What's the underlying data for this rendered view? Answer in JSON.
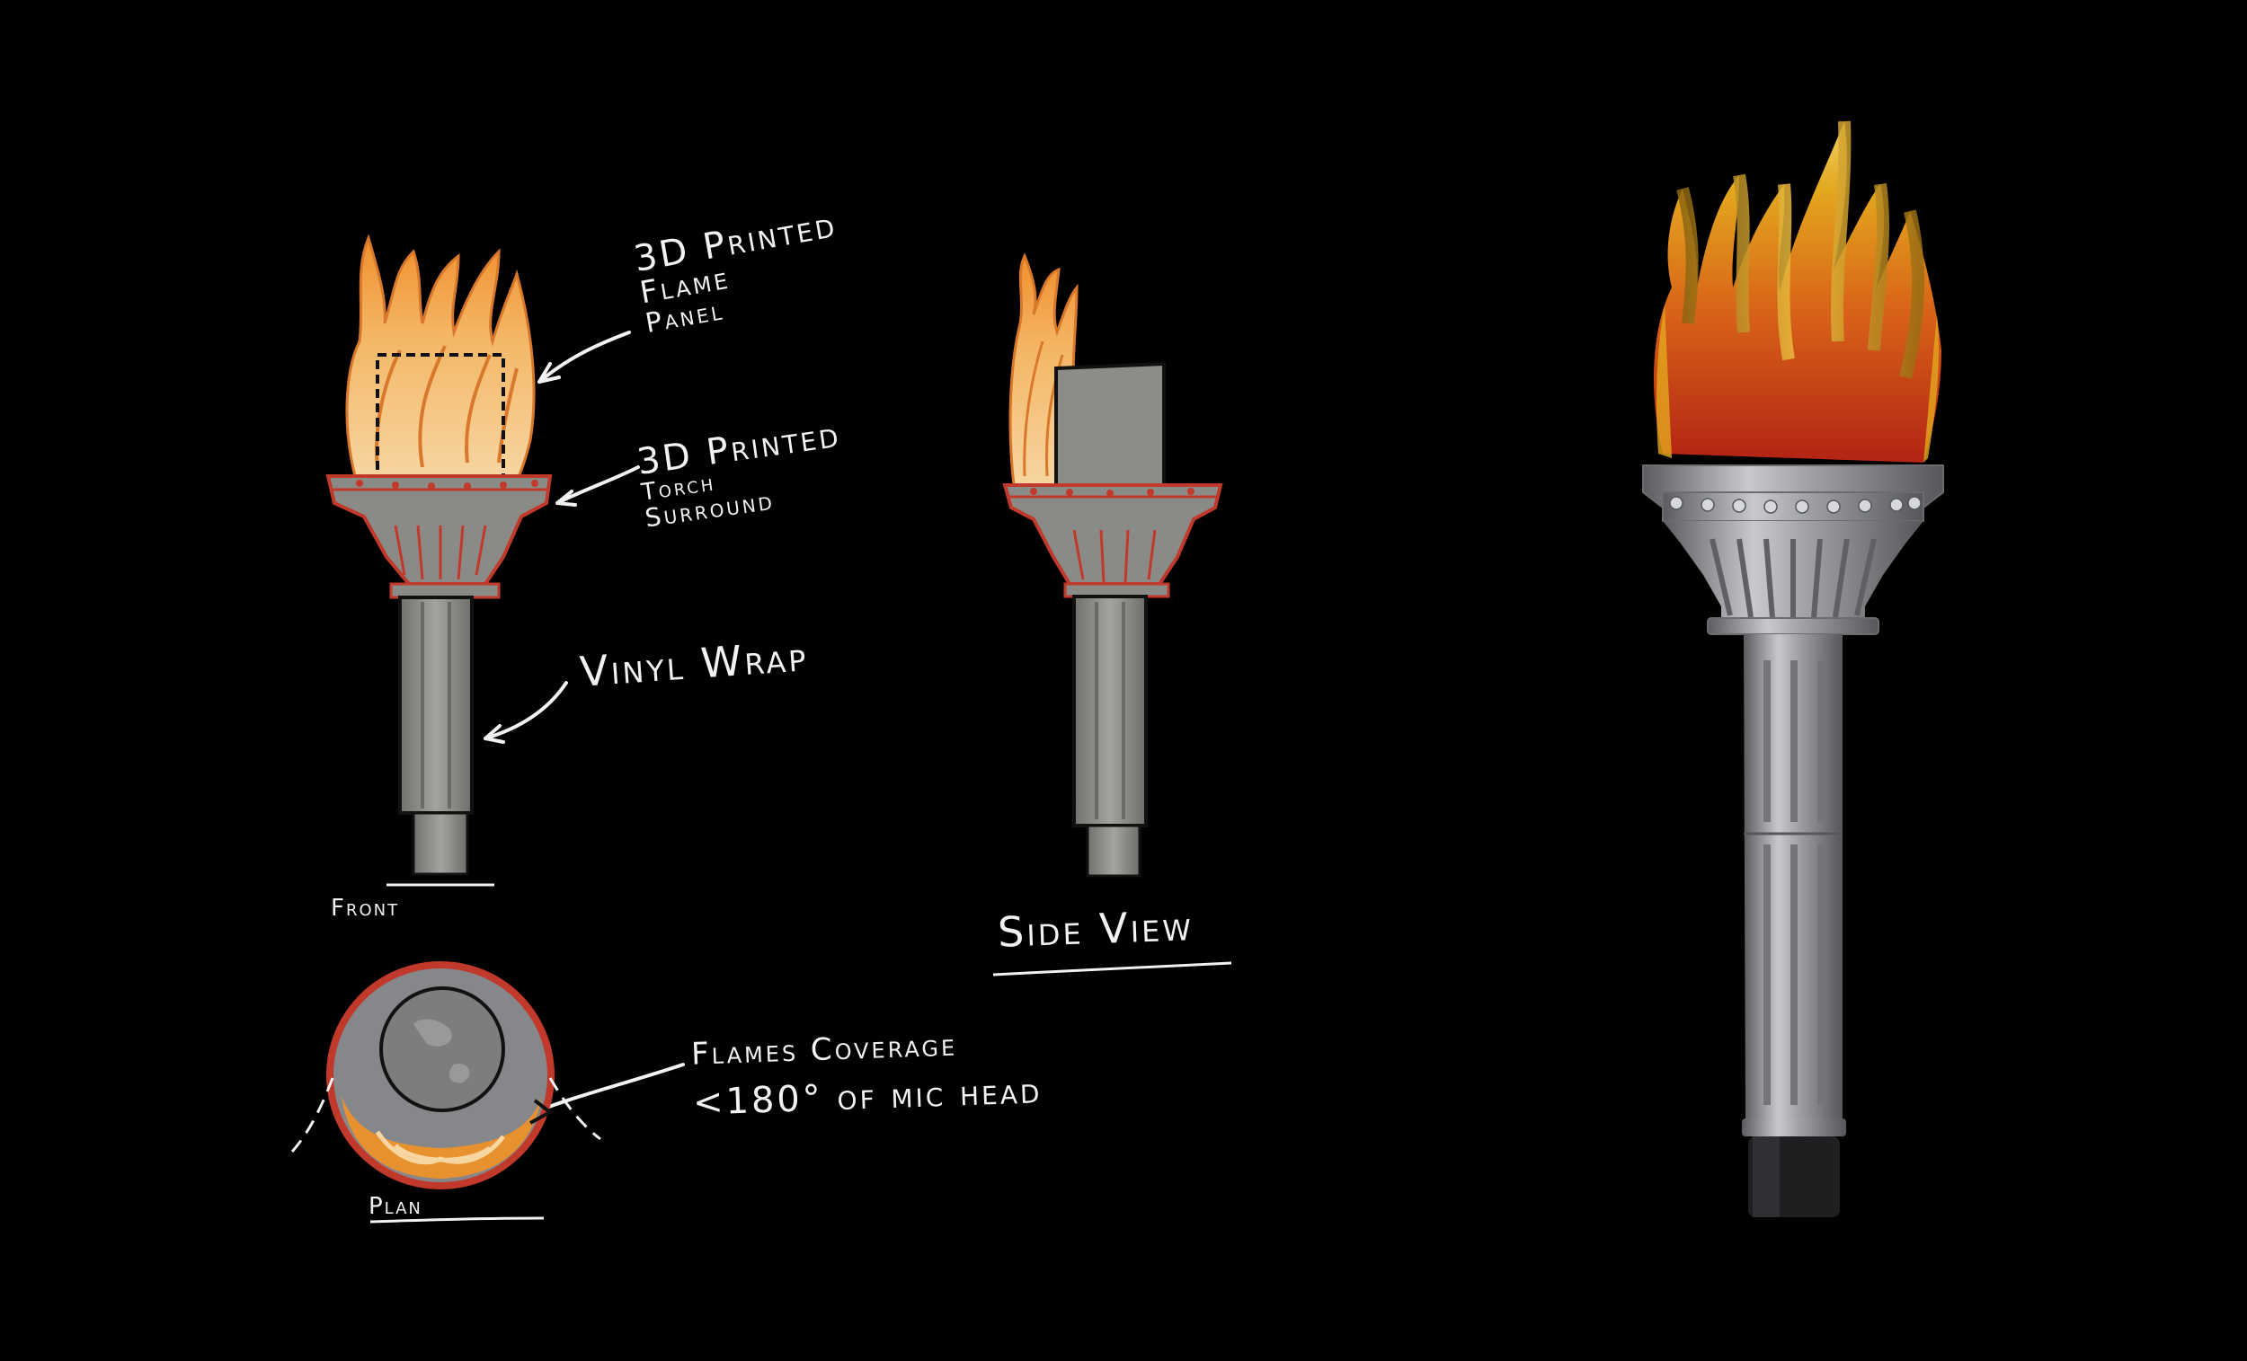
{
  "labels": {
    "flame_panel": [
      "3D Printed",
      "Flame",
      "Panel"
    ],
    "torch_surround": [
      "3D Printed",
      "Torch",
      "Surround"
    ],
    "vinyl_wrap": "Vinyl Wrap",
    "front": "Front",
    "side_view": "Side View",
    "plan": "Plan",
    "flames_coverage": [
      "Flames Coverage",
      "<180° of mic head"
    ]
  },
  "colors": {
    "background": "#000000",
    "flame_light": "#f7c98a",
    "flame_mid": "#f0a54a",
    "flame_line": "#d9782b",
    "sketch_metal": "#8e8f8b",
    "sketch_outline": "#c0392b",
    "render_gold": "#d9a520",
    "render_red": "#c0391c",
    "render_silver": "#9ea0a3"
  }
}
